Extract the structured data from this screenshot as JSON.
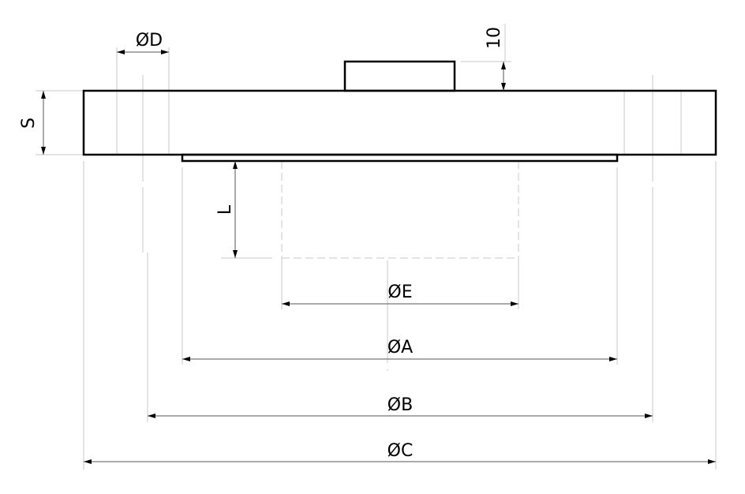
{
  "drawing": {
    "labels": {
      "D": "ØD",
      "ten": "10",
      "S": "S",
      "L": "L",
      "E": "ØE",
      "A": "ØA",
      "B": "ØB",
      "C": "ØC"
    },
    "line_color": "#000000",
    "construction_color": "#c8c8c8"
  }
}
